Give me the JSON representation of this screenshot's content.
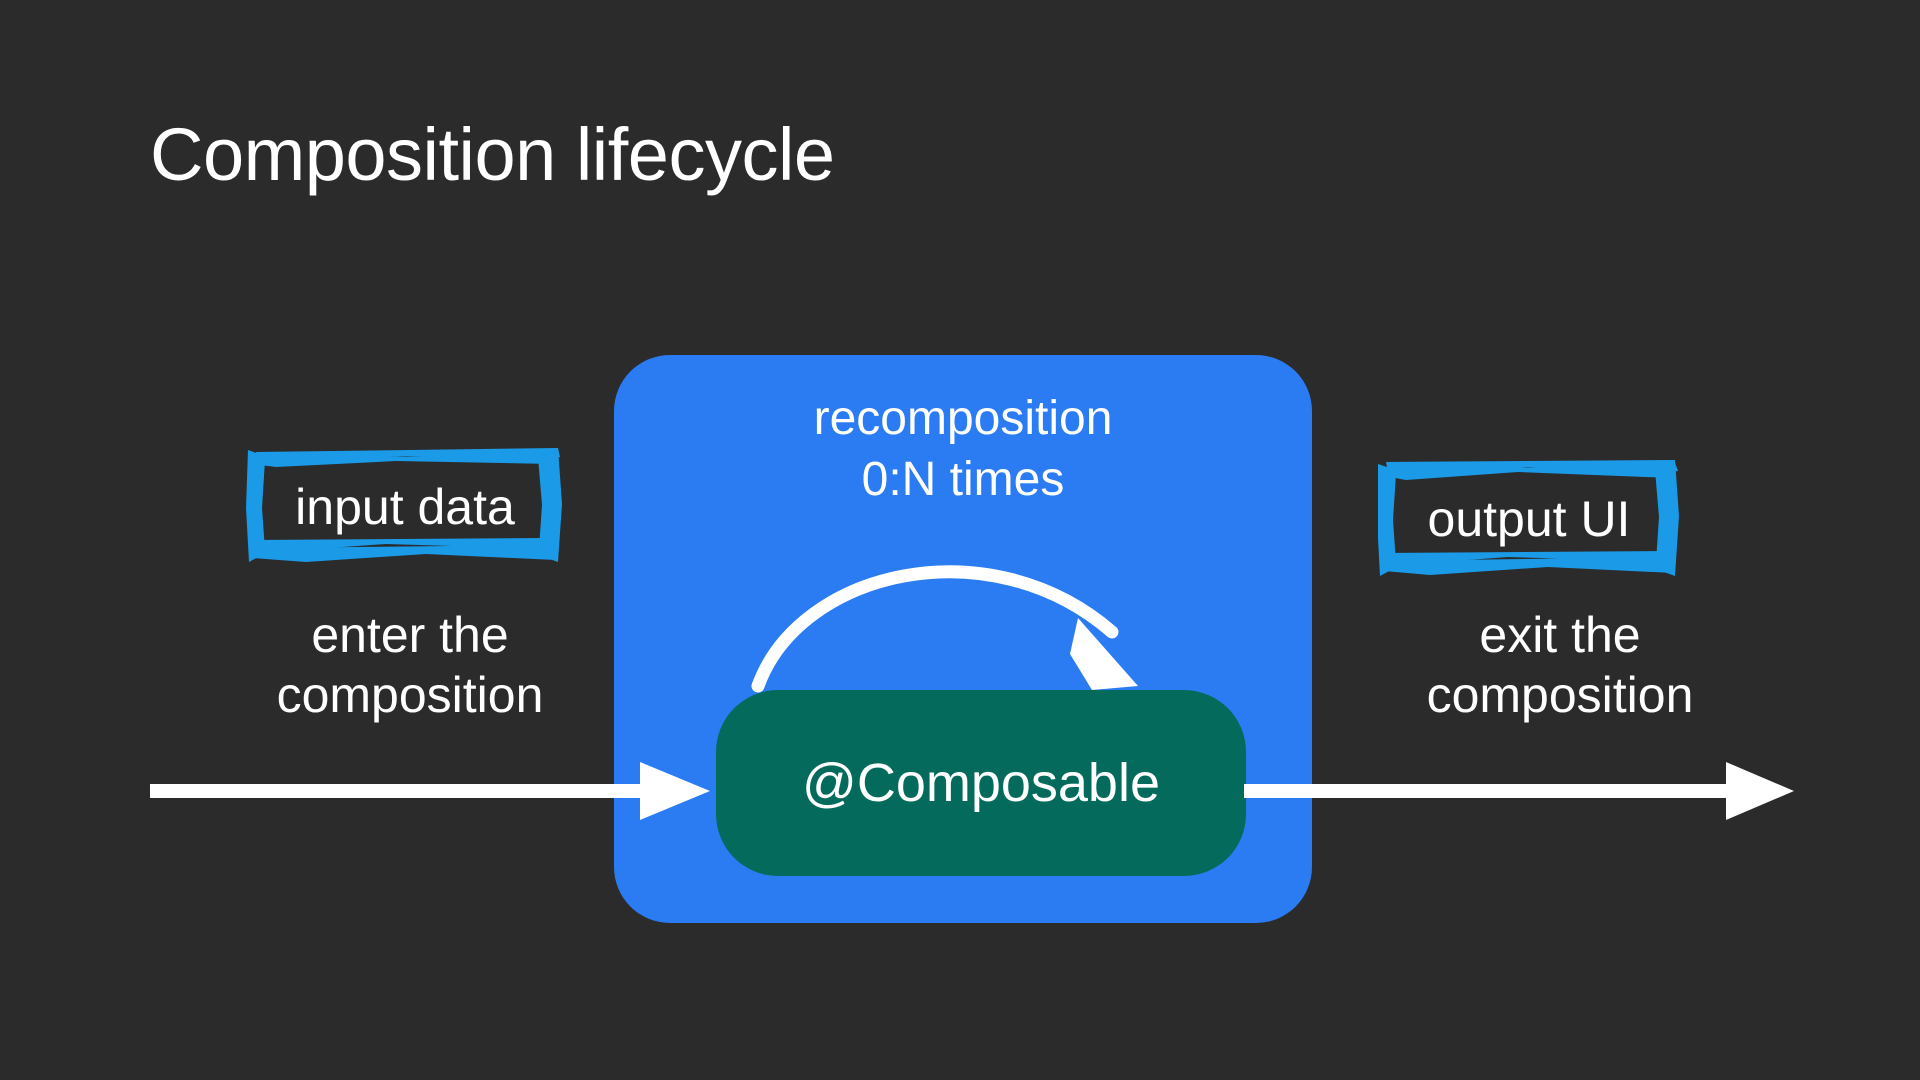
{
  "slide": {
    "title": "Composition lifecycle",
    "background_color": "#2b2b2b",
    "text_color": "#ffffff"
  },
  "colors": {
    "background": "#2b2b2b",
    "composition_blue": "#2b7bf3",
    "composable_green": "#046b5c",
    "sketch_accent_blue": "#1b9ae8",
    "arrow_white": "#ffffff"
  },
  "composition": {
    "recomposition_line1": "recomposition",
    "recomposition_line2": "0:N times",
    "composable_label": "@Composable"
  },
  "tags": {
    "input": {
      "label": "input data"
    },
    "output": {
      "label": "output UI"
    }
  },
  "captions": {
    "enter": {
      "line1": "enter the",
      "line2": "composition"
    },
    "exit": {
      "line1": "exit the",
      "line2": "composition"
    }
  },
  "icons": {
    "enter_arrow": "arrow-right-icon",
    "exit_arrow": "arrow-right-icon",
    "recompose_arrow": "curved-loop-arrow-icon"
  },
  "chart_data": {
    "type": "diagram",
    "title": "Composition lifecycle",
    "nodes": [
      {
        "id": "input-data",
        "label": "input data",
        "kind": "tag",
        "color": "#1b9ae8"
      },
      {
        "id": "composition",
        "label": "recomposition 0:N times",
        "kind": "container",
        "color": "#2b7bf3"
      },
      {
        "id": "composable",
        "label": "@Composable",
        "kind": "node",
        "color": "#046b5c"
      },
      {
        "id": "output-ui",
        "label": "output UI",
        "kind": "tag",
        "color": "#1b9ae8"
      }
    ],
    "edges": [
      {
        "from": "input-data",
        "to": "composition",
        "label": "enter the composition",
        "style": "straight-arrow"
      },
      {
        "from": "composable",
        "to": "composable",
        "label": "recomposition 0:N times",
        "style": "curved-self-loop"
      },
      {
        "from": "composition",
        "to": "output-ui",
        "label": "exit the composition",
        "style": "straight-arrow"
      }
    ]
  }
}
